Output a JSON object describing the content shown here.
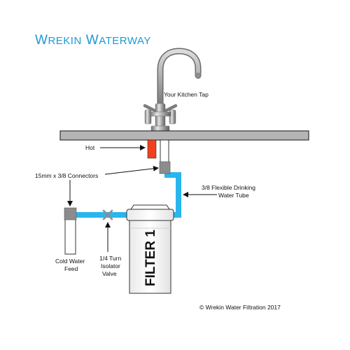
{
  "brand": {
    "initial_1": "W",
    "rest_1": "REKIN",
    "initial_2": "W",
    "rest_2": "ATERWAY",
    "color": "#1a9ad6"
  },
  "labels": {
    "tap": "Your Kitchen Tap",
    "hot": "Hot",
    "connectors": "15mm x 3/8 Connectors",
    "tube_line1": "3/8 Flexible Drinking",
    "tube_line2": "Water Tube",
    "cold_line1": "Cold Water",
    "cold_line2": "Feed",
    "valve_line1": "1/4 Turn",
    "valve_line2": "Isolator",
    "valve_line3": "Valve",
    "filter": "FILTER 1",
    "copyright": "© Wrekin Water Filtration 2017"
  },
  "colors": {
    "water_tube": "#29b6ee",
    "hot_pipe": "#f0401e",
    "connector": "#8c8c8c",
    "worktop": "#b5b5b5",
    "tap_metal": "#a8a8a8"
  }
}
